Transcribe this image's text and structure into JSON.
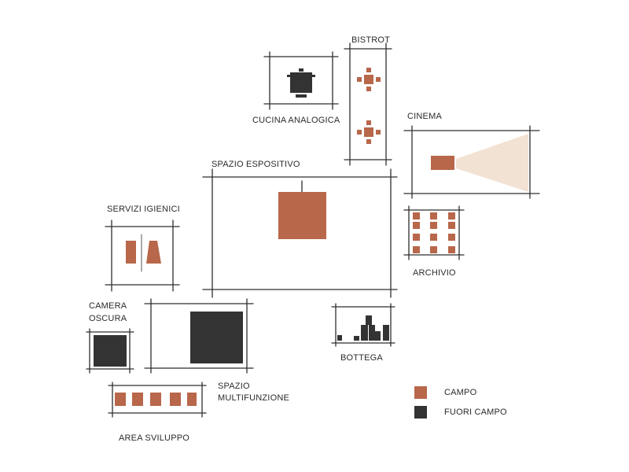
{
  "colors": {
    "campo": "#b8674a",
    "fuori_campo": "#333333",
    "beam": "#f2e2d4",
    "line": "#2e2e2e"
  },
  "rooms": {
    "bistrot": "BISTROT",
    "cucina": "CUCINA ANALOGICA",
    "cinema": "CINEMA",
    "spazio_espositivo": "SPAZIO ESPOSITIVO",
    "servizi": "SERVIZI IGIENICI",
    "archivio": "ARCHIVIO",
    "camera_line1": "CAMERA",
    "camera_line2": "OSCURA",
    "bottega": "BOTTEGA",
    "multi_line1": "SPAZIO",
    "multi_line2": "MULTIFUNZIONE",
    "area_sviluppo": "AREA SVILUPPO"
  },
  "legend": [
    {
      "label": "CAMPO",
      "color": "#b8674a"
    },
    {
      "label": "FUORI CAMPO",
      "color": "#333333"
    }
  ]
}
